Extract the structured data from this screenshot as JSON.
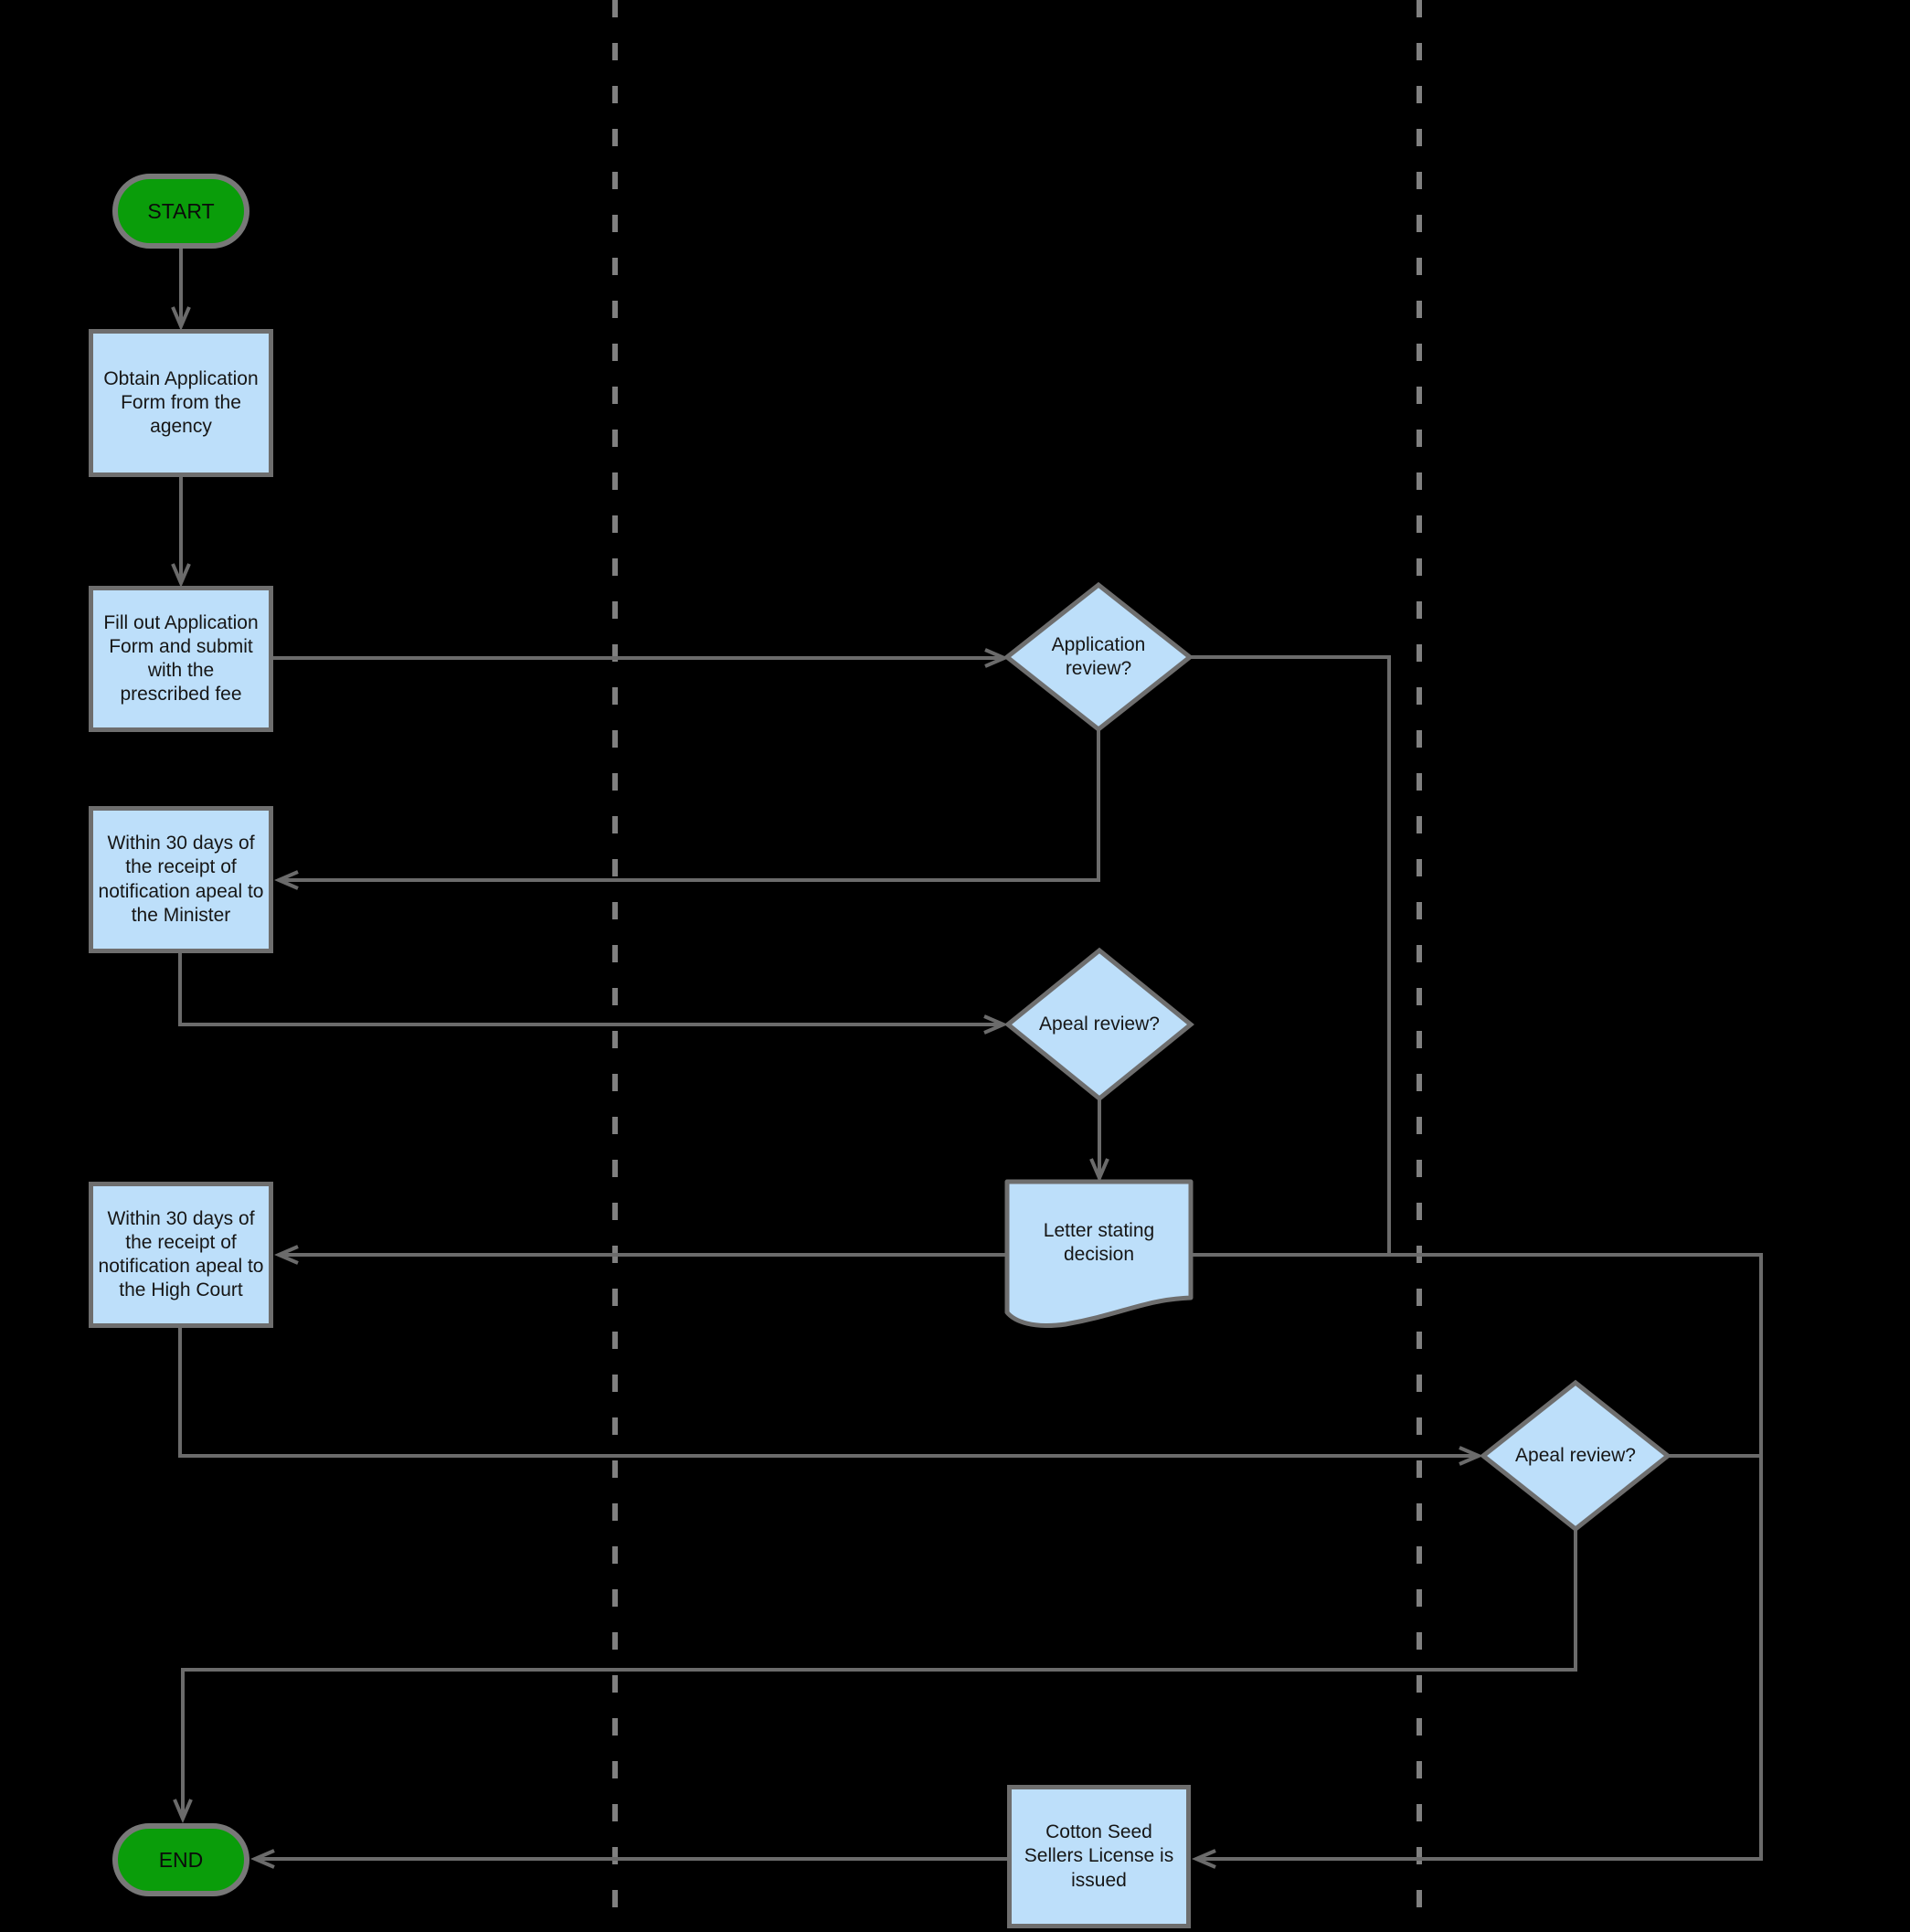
{
  "diagram": {
    "type": "flowchart",
    "background_color": "#000000",
    "lane_separator_color": "#808080",
    "connector_color": "#6b6b6b",
    "shape_border_color": "#6e6e6e",
    "process_fill_color": "#BDDFFA",
    "terminal_fill_color": "#0A9D0A",
    "nodes": [
      {
        "id": "start",
        "type": "terminal",
        "label": "START"
      },
      {
        "id": "obtain-form",
        "type": "process",
        "label": "Obtain Application Form from the agency"
      },
      {
        "id": "fill-form",
        "type": "process",
        "label": "Fill out Application Form and submit with the prescribed fee"
      },
      {
        "id": "application-review",
        "type": "decision",
        "label": "Application review?"
      },
      {
        "id": "appeal-minister",
        "type": "process",
        "label": "Within 30 days of the receipt of notification apeal to the Minister"
      },
      {
        "id": "appeal-review-minister",
        "type": "decision",
        "label": "Apeal review?"
      },
      {
        "id": "letter-decision",
        "type": "document",
        "label": "Letter stating decision"
      },
      {
        "id": "appeal-high-court",
        "type": "process",
        "label": "Within 30 days of the receipt of notification apeal to the High Court"
      },
      {
        "id": "appeal-review-high-court",
        "type": "decision",
        "label": "Apeal review?"
      },
      {
        "id": "license-issued",
        "type": "process",
        "label": "Cotton Seed Sellers License is issued"
      },
      {
        "id": "end",
        "type": "terminal",
        "label": "END"
      }
    ]
  }
}
